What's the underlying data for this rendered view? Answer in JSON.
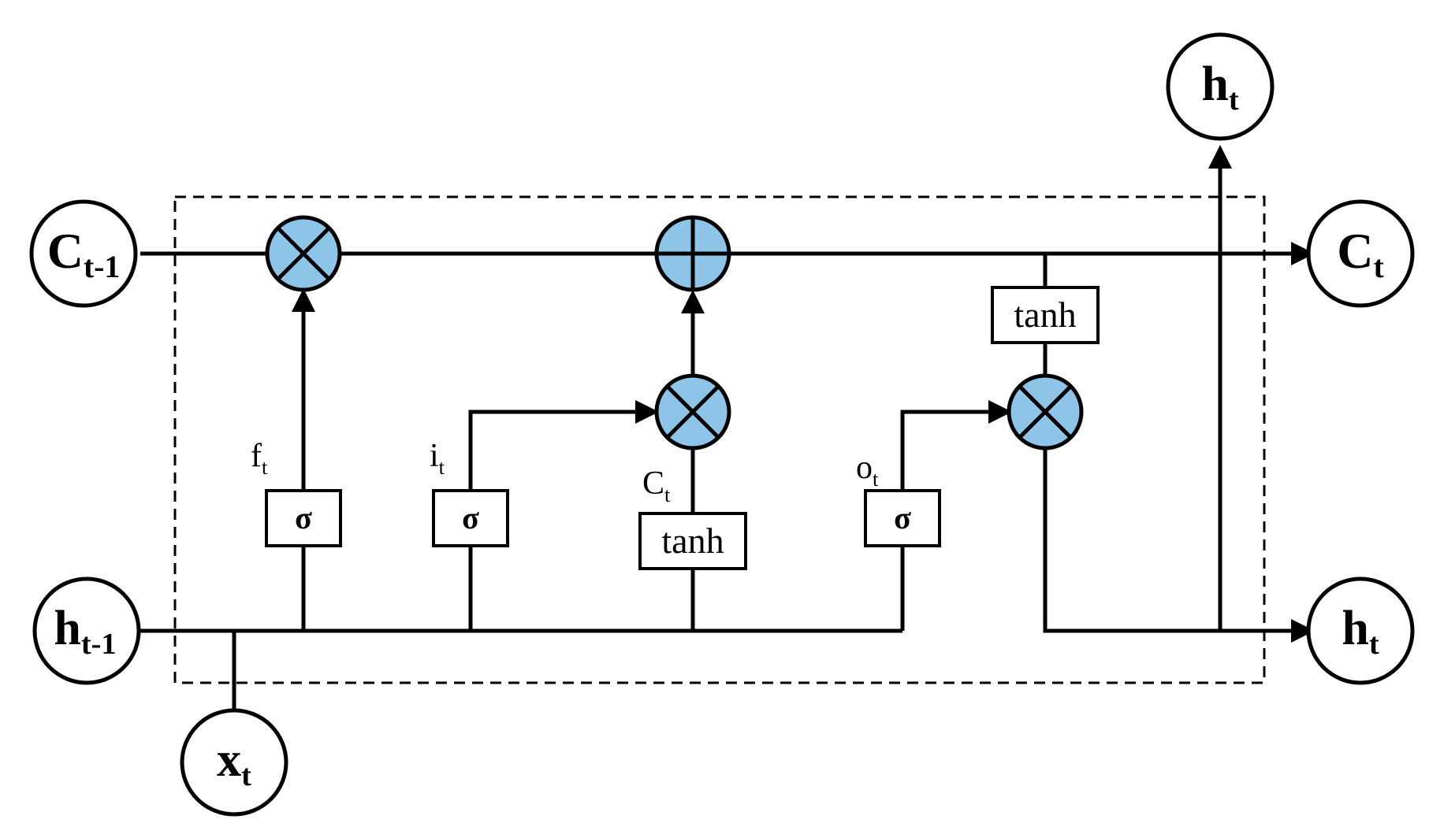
{
  "nodes": {
    "c_prev": {
      "main": "C",
      "sub": "t-1"
    },
    "h_prev": {
      "main": "h",
      "sub": "t-1"
    },
    "x_t": {
      "main": "x",
      "sub": "t"
    },
    "c_t": {
      "main": "C",
      "sub": "t"
    },
    "h_out_right": {
      "main": "h",
      "sub": "t"
    },
    "h_out_top": {
      "main": "h",
      "sub": "t"
    }
  },
  "gates": {
    "forget": {
      "symbol": "σ",
      "label": "f",
      "label_sub": "t"
    },
    "input": {
      "symbol": "σ",
      "label": "i",
      "label_sub": "t"
    },
    "candidate": {
      "symbol": "tanh",
      "label": "C",
      "label_sub": "t"
    },
    "output": {
      "symbol": "σ",
      "label": "o",
      "label_sub": "t"
    },
    "cell_tanh": {
      "symbol": "tanh"
    }
  },
  "operators": [
    "multiply",
    "add",
    "multiply",
    "multiply"
  ],
  "colors": {
    "operator_fill": "#8EC4E8",
    "stroke": "#000000",
    "background": "#ffffff"
  }
}
